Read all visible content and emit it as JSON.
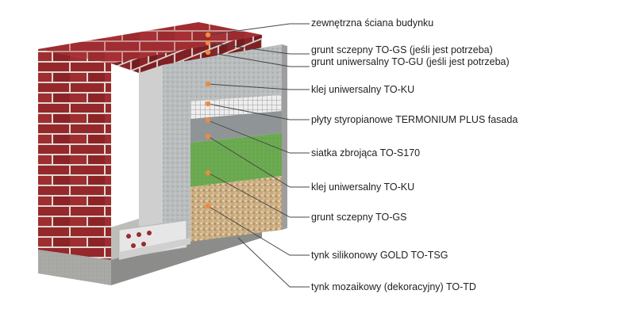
{
  "labels": [
    "zewnętrzna ściana budynku",
    "grunt sczepny TO-GS (jeśli jest potrzeba)",
    "grunt uniwersalny TO-GU (jeśli jest potrzeba)",
    "klej uniwersalny TO-KU",
    "płyty styropianowe TERMONIUM PLUS fasada",
    "siatka zbrojąca TO-S170",
    "klej uniwersalny TO-KU",
    "grunt sczepny TO-GS",
    "tynk silikonowy GOLD TO-TSG",
    "tynk mozaikowy (dekoracyjny) TO-TD"
  ],
  "colors": {
    "brick": "#9c2a2d",
    "brick_dark": "#7a1e22",
    "mortar": "#e8e2dc",
    "concrete": "#a9aaa6",
    "styrofoam": "#d9d9d9",
    "adhesive": "#b7bcbd",
    "mesh": "#e6e6e6",
    "green_plaster": "#6aa84f",
    "mosaic": "#c9ab7f",
    "marker": "#f08a3c",
    "leader": "#444444"
  }
}
